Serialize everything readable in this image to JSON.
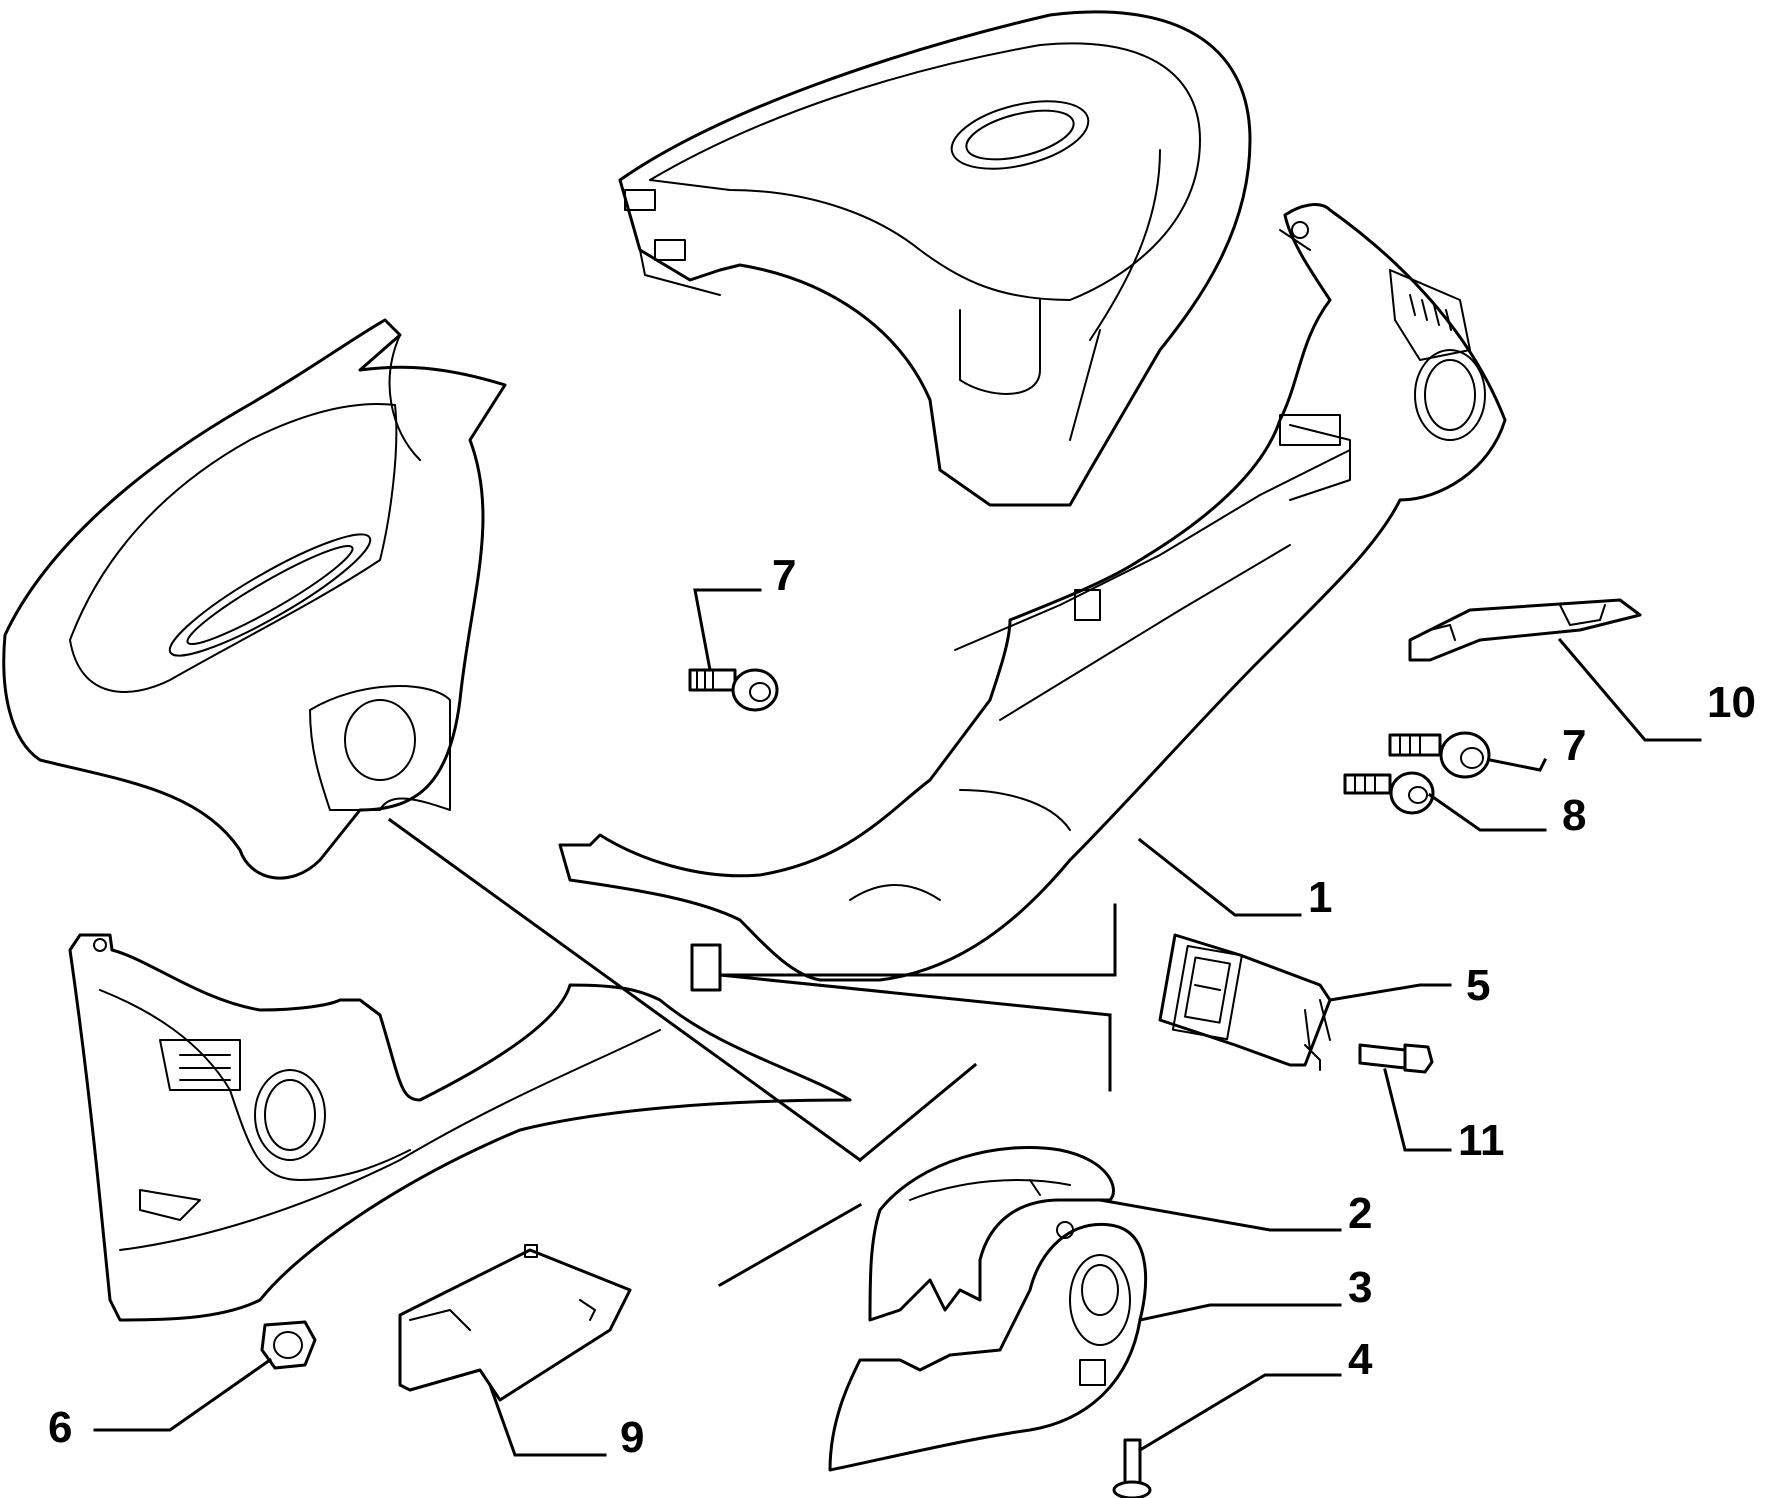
{
  "callouts": {
    "c1": "1",
    "c2": "2",
    "c3": "3",
    "c4": "4",
    "c5": "5",
    "c6": "6",
    "c7_top": "7",
    "c7_right": "7",
    "c8": "8",
    "c9": "9",
    "c10": "10",
    "c11": "11"
  },
  "colors": {
    "line": "#000000",
    "background": "#ffffff"
  }
}
